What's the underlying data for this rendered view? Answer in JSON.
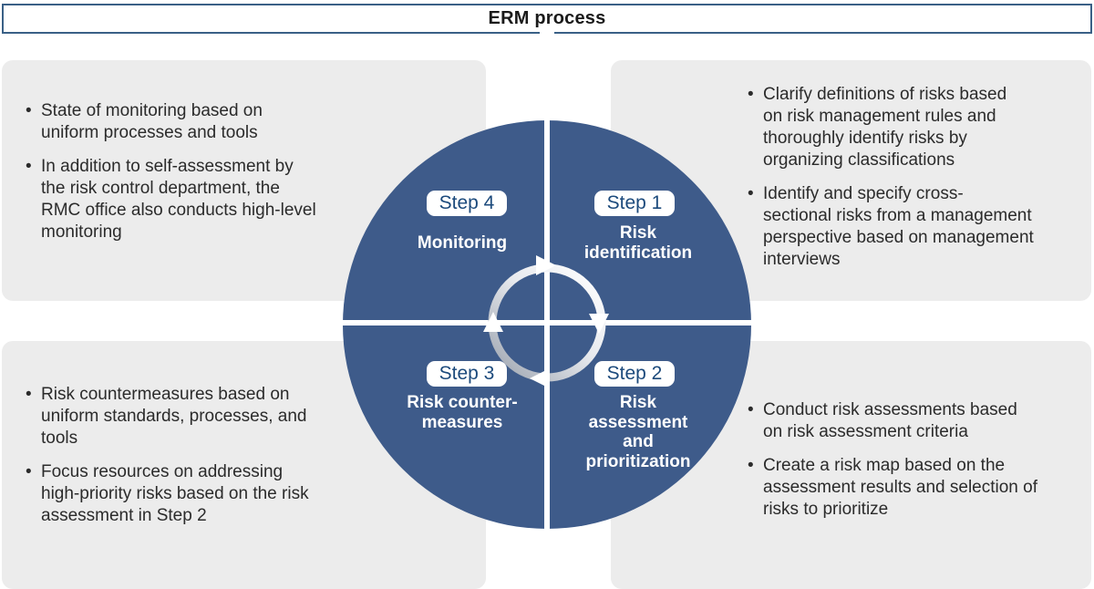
{
  "title": "ERM process",
  "colors": {
    "circle_blue": "#3e5b8a",
    "badge_text_blue": "#1c4a7c",
    "panel_gray": "#ececec",
    "title_border_blue": "#3a6086",
    "body_text": "#2b2b2b"
  },
  "cycle": {
    "step1": {
      "badge": "Step 1",
      "label": "Risk\nidentification"
    },
    "step2": {
      "badge": "Step 2",
      "label": "Risk\nassessment\nand\nprioritization"
    },
    "step3": {
      "badge": "Step 3",
      "label": "Risk counter-\nmeasures"
    },
    "step4": {
      "badge": "Step 4",
      "label": "Monitoring"
    }
  },
  "panels": {
    "top_left": {
      "bullets": [
        "State of monitoring based on\nuniform processes and tools",
        "In addition to self-assessment by\nthe risk control department, the\nRMC office also conducts high-level\nmonitoring"
      ]
    },
    "top_right": {
      "bullets": [
        "Clarify definitions of risks based\non risk management rules and\nthoroughly identify risks by\norganizing classifications",
        "Identify and specify cross-\nsectional risks from a management\nperspective based on management\ninterviews"
      ]
    },
    "bottom_left": {
      "bullets": [
        "Risk countermeasures based on\nuniform standards, processes, and\ntools",
        "Focus resources on addressing\nhigh-priority risks based on the risk\nassessment in Step 2"
      ]
    },
    "bottom_right": {
      "bullets": [
        "Conduct risk assessments based\non risk assessment criteria",
        "Create a risk map based on the\nassessment results and selection of\nrisks to prioritize"
      ]
    }
  },
  "bullet_glyph": "•"
}
